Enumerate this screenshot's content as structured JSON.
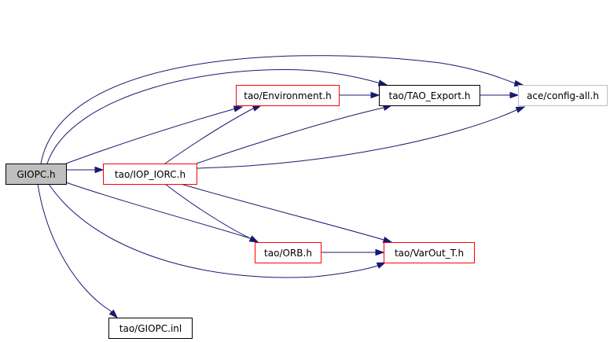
{
  "nodes": [
    {
      "id": "giopc_h",
      "label": "GIOPC.h",
      "border_color": "#000000",
      "fill": "#bfbfbf"
    },
    {
      "id": "iop_iorc_h",
      "label": "tao/IOP_IORC.h",
      "border_color": "#ff0000",
      "fill": "#ffffff"
    },
    {
      "id": "environment_h",
      "label": "tao/Environment.h",
      "border_color": "#ff0000",
      "fill": "#ffffff"
    },
    {
      "id": "tao_export_h",
      "label": "tao/TAO_Export.h",
      "border_color": "#000000",
      "fill": "#ffffff"
    },
    {
      "id": "config_all_h",
      "label": "ace/config-all.h",
      "border_color": "#bfbfbf",
      "fill": "#ffffff"
    },
    {
      "id": "orb_h",
      "label": "tao/ORB.h",
      "border_color": "#ff0000",
      "fill": "#ffffff"
    },
    {
      "id": "varout_t_h",
      "label": "tao/VarOut_T.h",
      "border_color": "#ff0000",
      "fill": "#ffffff"
    },
    {
      "id": "giopc_inl",
      "label": "tao/GIOPC.inl",
      "border_color": "#000000",
      "fill": "#ffffff"
    }
  ],
  "edges": [
    {
      "from": "giopc_h",
      "to": "iop_iorc_h"
    },
    {
      "from": "giopc_h",
      "to": "environment_h"
    },
    {
      "from": "giopc_h",
      "to": "tao_export_h"
    },
    {
      "from": "giopc_h",
      "to": "config_all_h"
    },
    {
      "from": "giopc_h",
      "to": "orb_h"
    },
    {
      "from": "giopc_h",
      "to": "varout_t_h"
    },
    {
      "from": "giopc_h",
      "to": "giopc_inl"
    },
    {
      "from": "iop_iorc_h",
      "to": "environment_h"
    },
    {
      "from": "iop_iorc_h",
      "to": "tao_export_h"
    },
    {
      "from": "iop_iorc_h",
      "to": "config_all_h"
    },
    {
      "from": "iop_iorc_h",
      "to": "orb_h"
    },
    {
      "from": "iop_iorc_h",
      "to": "varout_t_h"
    },
    {
      "from": "environment_h",
      "to": "tao_export_h"
    },
    {
      "from": "tao_export_h",
      "to": "config_all_h"
    },
    {
      "from": "orb_h",
      "to": "varout_t_h"
    }
  ],
  "colors": {
    "edge": "#191970",
    "background": "#ffffff"
  }
}
